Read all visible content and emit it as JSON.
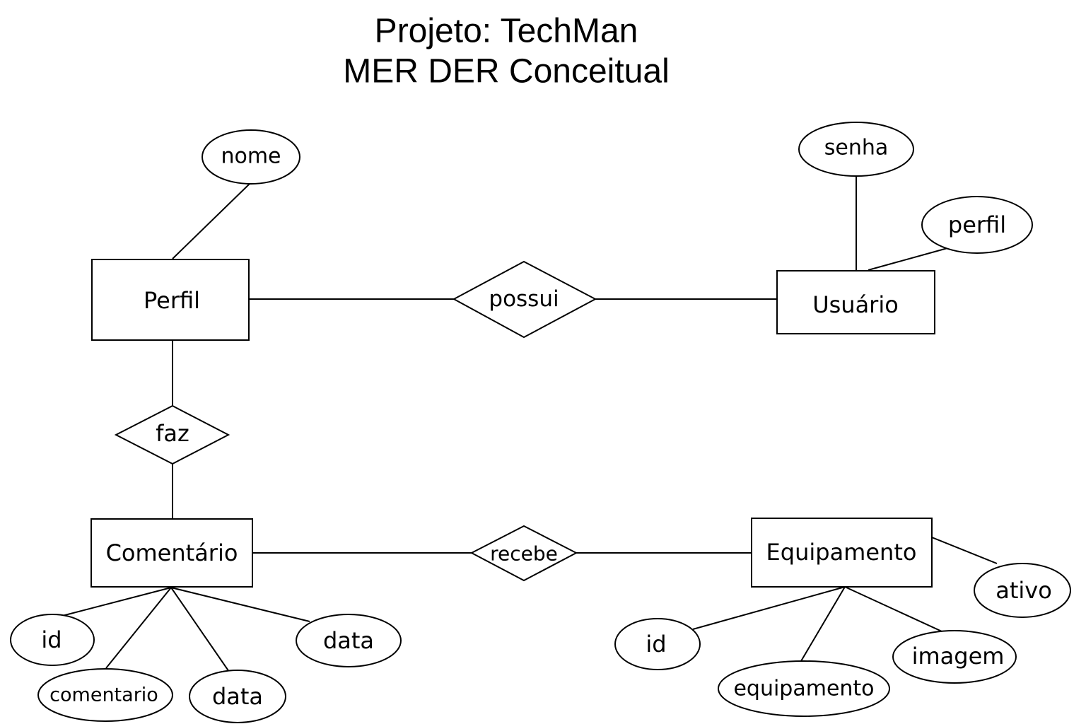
{
  "title": {
    "line1": "Projeto: TechMan",
    "line2": "MER DER Conceitual"
  },
  "entities": {
    "perfil": "Perfil",
    "usuario": "Usuário",
    "comentario": "Comentário",
    "equipamento": "Equipamento"
  },
  "relationships": {
    "possui": "possui",
    "faz": "faz",
    "recebe": "recebe"
  },
  "attributes": {
    "perfil_nome": "nome",
    "usuario_senha": "senha",
    "usuario_perfil": "perfil",
    "comentario_id": "id",
    "comentario_comentario": "comentario",
    "comentario_data_1": "data",
    "comentario_data_2": "data",
    "equipamento_id": "id",
    "equipamento_equipamento": "equipamento",
    "equipamento_imagem": "imagem",
    "equipamento_ativo": "ativo"
  }
}
